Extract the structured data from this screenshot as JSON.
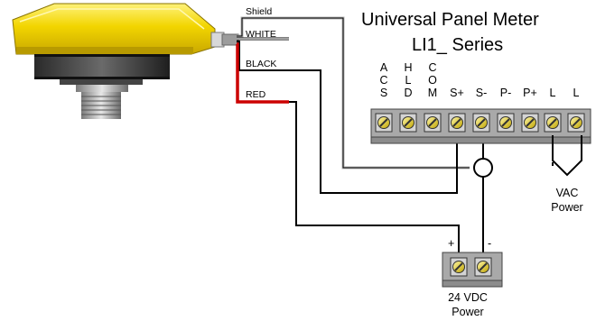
{
  "title": {
    "line1": "Universal Panel Meter",
    "line2": "LI1_ Series"
  },
  "wires": {
    "shield": "Shield",
    "white": "WHITE",
    "black": "BLACK",
    "red": "RED"
  },
  "terminal_labels": {
    "acs": [
      "A",
      "C",
      "S"
    ],
    "hld": [
      "H",
      "L",
      "D"
    ],
    "com": [
      "C",
      "O",
      "M"
    ],
    "s_plus": "S+",
    "s_minus": "S-",
    "p_minus": "P-",
    "p_plus": "P+",
    "l1": "L",
    "l2": "L"
  },
  "vac_power": {
    "line1": "VAC",
    "line2": "Power"
  },
  "dc_supply": {
    "plus": "+",
    "minus": "-",
    "line1": "24 VDC",
    "line2": "Power"
  },
  "colors": {
    "sensor_yellow": "#f2d500",
    "terminal_block": "#a9a9a9",
    "wire_red": "#cc0000",
    "wire_shield": "#b4b4b4"
  }
}
